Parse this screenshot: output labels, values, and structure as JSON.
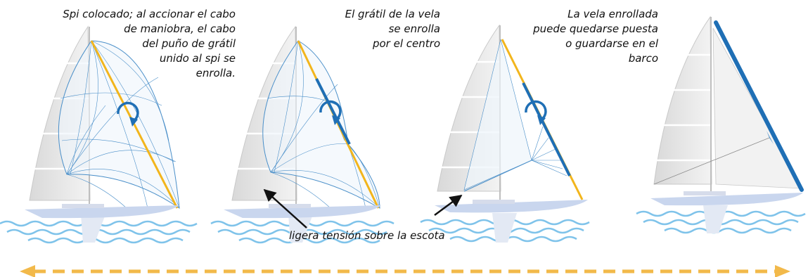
{
  "captions": {
    "step1": [
      "Spi colocado; al accionar el cabo",
      "de maniobra, el cabo",
      "del puño de grátil",
      "unido al spi se",
      "enrolla."
    ],
    "step2": [
      "El grátil de la vela",
      "se enrolla",
      "por el centro"
    ],
    "step3": [
      "La vela enrollada",
      "puede quedarse puesta",
      "o guardarse en el",
      "barco"
    ]
  },
  "annotation": "ligera tensión sobre la escota",
  "icons": [
    "rotation-arrow-icon",
    "pointer-arrow-icon",
    "double-arrow-icon"
  ],
  "colors": {
    "sail_lines": "#4a8fc9",
    "furled_luff": "#1f6fb5",
    "halyard_yellow": "#f2b51c",
    "dashed_arrow": "#f2b94a",
    "mainsail": "#e6e6e6",
    "hull": "#c9d6ee",
    "water": "#7fc3ea"
  }
}
